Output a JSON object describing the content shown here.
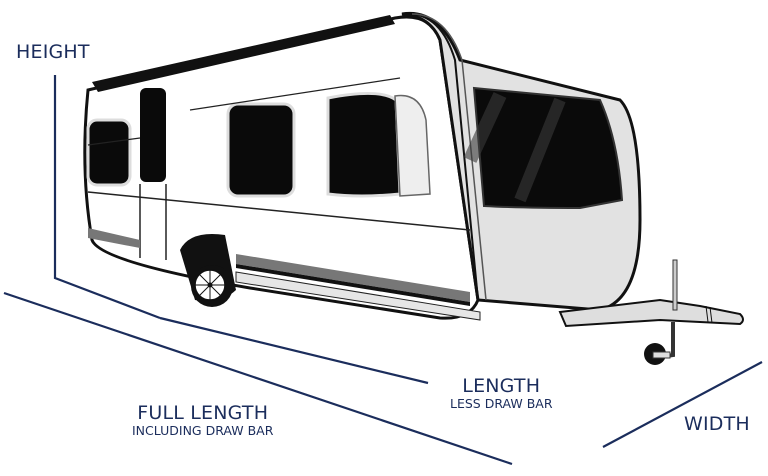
{
  "diagram": {
    "subject": "caravan dimensions",
    "accent_color": "#1b2d5c",
    "labels": {
      "height": {
        "main": "HEIGHT"
      },
      "length": {
        "main": "LENGTH",
        "sub": "LESS DRAW BAR"
      },
      "full_length": {
        "main": "FULL LENGTH",
        "sub": "INCLUDING DRAW BAR"
      },
      "width": {
        "main": "WIDTH"
      }
    }
  }
}
